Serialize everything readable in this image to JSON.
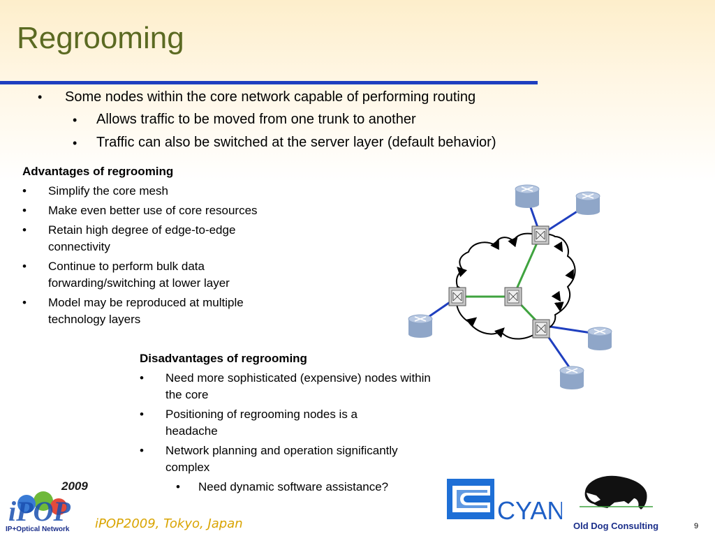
{
  "slide": {
    "title": "Regrooming",
    "bullets": [
      {
        "level": 1,
        "text": "Some nodes within the core network capable of performing routing"
      },
      {
        "level": 2,
        "text": "Allows traffic to be moved from one trunk to another"
      },
      {
        "level": 2,
        "text": "Traffic can also be switched at the server layer (default behavior)"
      }
    ],
    "bullet_char": "•"
  },
  "advantages": {
    "heading": "Advantages of regrooming",
    "items": [
      "Simplify the core mesh",
      "Make even better use of core resources",
      "Retain high degree of edge-to-edge connectivity",
      "Continue to perform bulk data forwarding/switching at lower layer",
      "Model may be reproduced at multiple technology layers"
    ]
  },
  "disadvantages": {
    "heading": "Disadvantages of regrooming",
    "items": [
      "Need more sophisticated (expensive) nodes within the core",
      "Positioning of regrooming nodes is a headache",
      "Network planning and operation significantly complex"
    ],
    "sub_items": [
      "Need dynamic software assistance?"
    ]
  },
  "diagram": {
    "colors": {
      "access_link": "#1f3fbf",
      "core_link": "#3fa33f",
      "cloud": "#000000",
      "router": "#8fa6c8"
    },
    "routers": 5,
    "switches": 4
  },
  "footer": {
    "event": "iPOP2009, Tokyo, Japan",
    "ipop_year": "2009",
    "ipop_tagline": "IP+Optical Network",
    "ipop_mark": "iPOP",
    "cyan_text": "CYAN",
    "company": "Old Dog Consulting",
    "page_number": "9"
  }
}
